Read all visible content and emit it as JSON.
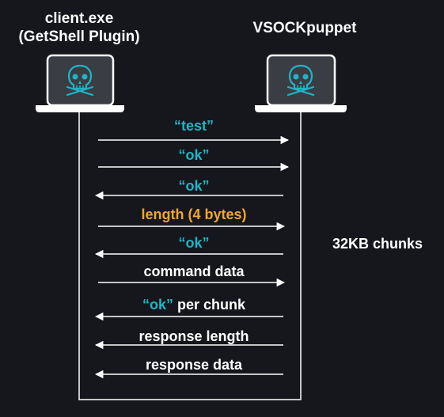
{
  "nodes": {
    "client": {
      "title_line1": "client.exe",
      "title_line2": "(GetShell Plugin)",
      "icon": "skull-laptop-icon"
    },
    "puppet": {
      "title": "VSOCKpuppet",
      "icon": "skull-laptop-icon"
    }
  },
  "side_note": "32KB chunks",
  "messages": [
    {
      "label": "“test”",
      "direction": "right",
      "color": "cyan"
    },
    {
      "label": "“ok”",
      "direction": "right",
      "color": "cyan"
    },
    {
      "label": "“ok”",
      "direction": "left",
      "color": "cyan"
    },
    {
      "label": "length (4 bytes)",
      "direction": "right",
      "color": "orange"
    },
    {
      "label": "“ok”",
      "direction": "left",
      "color": "cyan"
    },
    {
      "label": "command data",
      "direction": "right",
      "color": "white"
    },
    {
      "label_quoted": "“ok”",
      "label_rest": " per chunk",
      "direction": "left",
      "color": "mixed"
    },
    {
      "label": "response length",
      "direction": "left",
      "color": "white"
    },
    {
      "label": "response data",
      "direction": "left",
      "color": "white"
    }
  ],
  "colors": {
    "background": "#15171c",
    "cyan": "#1fb5c6",
    "orange": "#f0a534",
    "white": "#ffffff",
    "laptop_screen": "#3a3d44"
  }
}
